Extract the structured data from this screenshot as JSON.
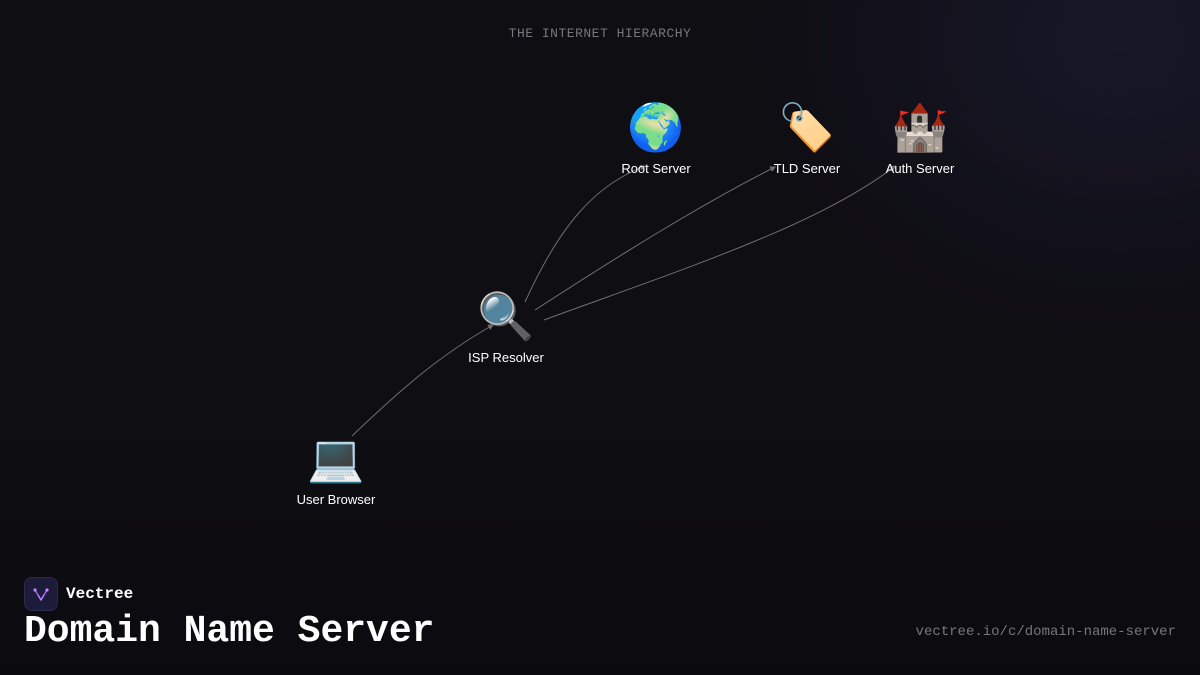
{
  "diagram": {
    "subtitle": "THE INTERNET HIERARCHY",
    "nodes": [
      {
        "id": "user-browser",
        "label": "User Browser",
        "icon": "laptop-icon",
        "glyph": "💻"
      },
      {
        "id": "isp-resolver",
        "label": "ISP Resolver",
        "icon": "magnifying-glass-icon",
        "glyph": "🔍"
      },
      {
        "id": "root-server",
        "label": "Root Server",
        "icon": "globe-icon",
        "glyph": "🌍"
      },
      {
        "id": "tld-server",
        "label": "TLD Server",
        "icon": "label-tag-icon",
        "glyph": "🏷️"
      },
      {
        "id": "auth-server",
        "label": "Auth Server",
        "icon": "castle-icon",
        "glyph": "🏰"
      }
    ],
    "edges": [
      {
        "from": "user-browser",
        "to": "isp-resolver"
      },
      {
        "from": "isp-resolver",
        "to": "root-server"
      },
      {
        "from": "isp-resolver",
        "to": "tld-server"
      },
      {
        "from": "isp-resolver",
        "to": "auth-server"
      }
    ]
  },
  "footer": {
    "brand_name": "Vectree",
    "title": "Domain Name Server",
    "url": "vectree.io/c/domain-name-server"
  },
  "colors": {
    "background": "#0f0e13",
    "edge": "#6f6e74",
    "muted_text": "#77767c",
    "brand_accent": "#9b5de5"
  }
}
